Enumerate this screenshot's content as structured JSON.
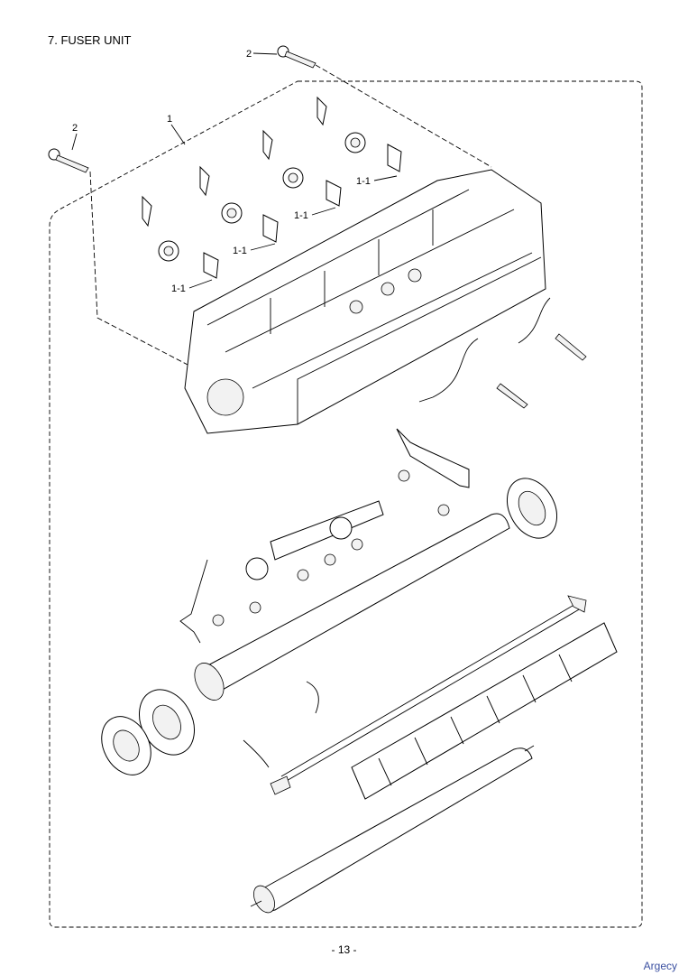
{
  "page": {
    "title": "7. FUSER UNIT",
    "page_number": "- 13 -",
    "watermark": "Argecy"
  },
  "callouts": {
    "frame": "1",
    "screw_top": "2",
    "screw_left": "2",
    "sub_a": "1-1",
    "sub_b": "1-1",
    "sub_c": "1-1",
    "sub_d": "1-1"
  }
}
